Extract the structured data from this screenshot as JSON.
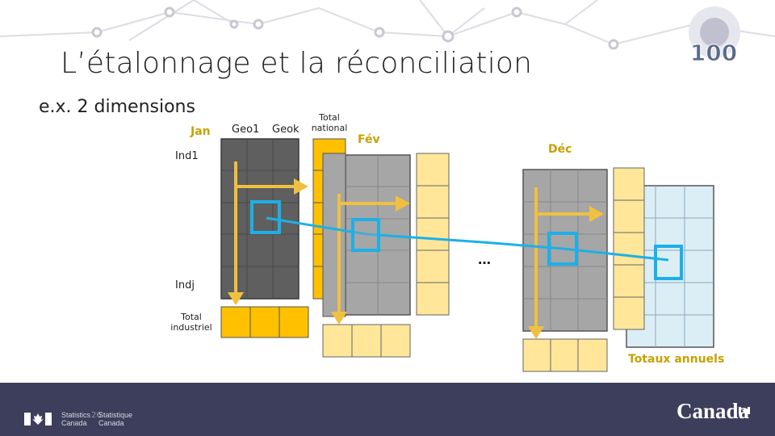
{
  "slide": {
    "title": "L’étalonnage et la réconciliation",
    "subtitle": "e.x. 2 dimensions",
    "months": {
      "jan": "Jan",
      "feb": "Fév",
      "dec": "Déc"
    },
    "columns": {
      "geo1": "Geo1",
      "geok": "Geok",
      "total_national": "Total national"
    },
    "rows": {
      "ind1": "Ind1",
      "indj": "Indj",
      "total_industriel": "Total industriel"
    },
    "ellipsis": "…",
    "annual_totals": "Totaux annuels",
    "page_number": "26"
  },
  "footer": {
    "agency_en_line1": "Statistics",
    "agency_en_line2": "Canada",
    "agency_fr_line1": "Statistique",
    "agency_fr_line2": "Canada",
    "wordmark": "Canada"
  },
  "colors": {
    "dark_grid": "#5f5f5f",
    "mid_grid": "#a6a6a6",
    "light_grid": "#dbeef6",
    "yellow": "#ffc000",
    "pale_yellow": "#ffe699",
    "arrow_yellow": "#f0c040",
    "cyan": "#1cb0e8",
    "footer": "#3d3d5c"
  },
  "icons": [
    "canada-flag-icon",
    "canada-wordmark-flag-icon",
    "centenary-100-logo-icon"
  ]
}
